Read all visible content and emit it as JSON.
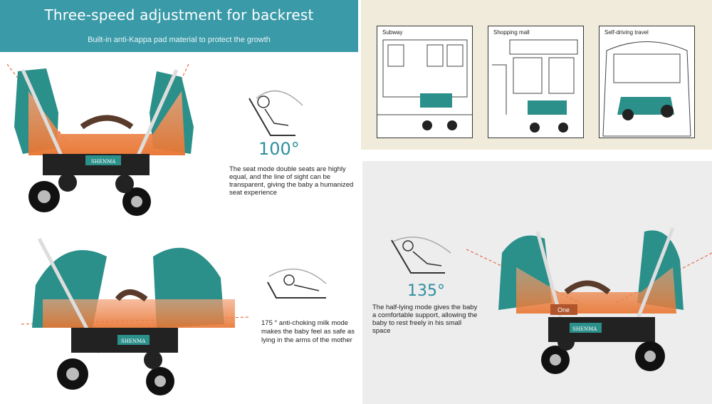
{
  "banner": {
    "title": "Three-speed adjustment for backrest",
    "subtitle": "Built-in anti-Kappa pad material to protect the growth"
  },
  "scenarios": [
    {
      "label": "Subway"
    },
    {
      "label": "Shopping mall"
    },
    {
      "label": "Self-driving travel"
    }
  ],
  "modes": [
    {
      "angle": "100°",
      "description": "The seat mode double seats are highly equal, and the line of sight can be transparent, giving the baby a humanized seat experience"
    },
    {
      "angle": "",
      "description": "175 ° anti-choking milk mode makes the baby feel as safe as lying in the arms of the mother"
    },
    {
      "angle": "135°",
      "description": "The half-lying mode gives the baby a comfortable support, allowing the baby to rest freely in his small space"
    }
  ],
  "brand": "SHENMA",
  "tag": "One",
  "colors": {
    "teal": "#2b8f8a",
    "banner": "#3a9aa8",
    "orange": "#e8742f",
    "accent_text": "#2f8f9e",
    "cream": "#f0ebda"
  }
}
